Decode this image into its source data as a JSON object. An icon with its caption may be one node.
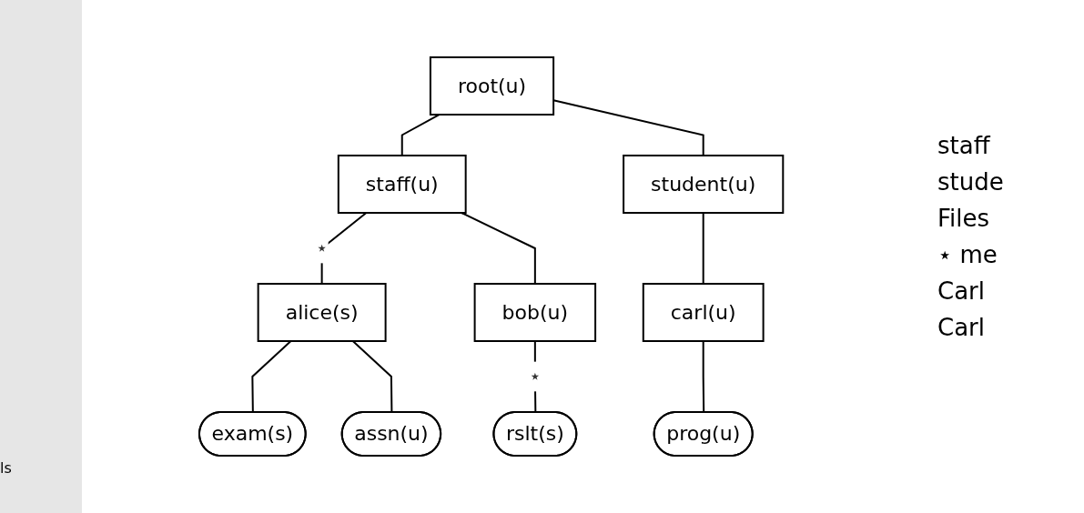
{
  "diagram": {
    "nodes": [
      {
        "text": [
          "root(u)"
        ]
      },
      {
        "text": [
          "staff(u)"
        ]
      },
      {
        "text": [
          "student(u)"
        ]
      },
      {
        "text": [
          "alice(s)"
        ]
      },
      {
        "text": [
          "bob(u)"
        ]
      },
      {
        "text": [
          "carl(u)"
        ]
      },
      {
        "text": [
          "exam(s)"
        ]
      },
      {
        "text": [
          "assn(u)"
        ]
      },
      {
        "text": [
          "rslt(s)"
        ]
      },
      {
        "text": [
          "prog(u)"
        ]
      }
    ],
    "edges": [
      {
        "from": 0,
        "to": 1,
        "arrow": "none"
      },
      {
        "from": 0,
        "to": 2,
        "arrow": "none"
      },
      {
        "from": 1,
        "to": 3,
        "arrow": "none",
        "label": "⋆"
      },
      {
        "from": 1,
        "to": 4,
        "arrow": "none"
      },
      {
        "from": 2,
        "to": 5,
        "arrow": "none"
      },
      {
        "from": 3,
        "to": 6,
        "arrow": "none"
      },
      {
        "from": 3,
        "to": 7,
        "arrow": "none"
      },
      {
        "from": 4,
        "to": 8,
        "arrow": "none",
        "label": "⋆"
      },
      {
        "from": 5,
        "to": 9,
        "arrow": "none"
      }
    ],
    "labels": [
      "ls",
      "staff",
      "stude",
      "Files",
      "⋆ me",
      "Carl",
      "Carl"
    ]
  }
}
